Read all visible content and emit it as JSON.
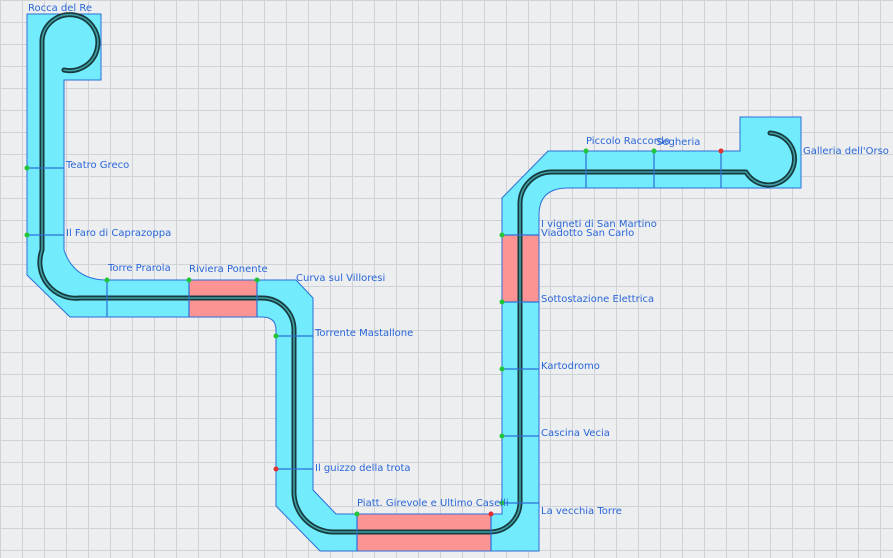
{
  "colors": {
    "module_fill": "#72ecfc",
    "module_stroke": "#2c6fd6",
    "highlight_fill": "#fc9494",
    "track_outer": "#173a3c",
    "track_inner": "#3f9ea6",
    "label": "#2a66d8",
    "joint_green": "#22c43a",
    "joint_red": "#e03030",
    "grid": "#cfd3d7",
    "background": "#eceef0"
  },
  "stations": {
    "rocca_del_re": "Rocca del Re",
    "teatro_greco": "Teatro Greco",
    "faro_caprazoppa": "Il Faro di Caprazoppa",
    "torre_prarola": "Torre Prarola",
    "riviera_ponente": "Riviera Ponente",
    "curva_villoresi": "Curva sul Villoresi",
    "torrente_mastallone": "Torrente Mastallone",
    "guizzo_trota": "Il guizzo della trota",
    "piatt_girevole": "Piatt. Girevole e Ultimo Caselli",
    "vecchia_torre": "La vecchia Torre",
    "cascina_vecia": "Cascina Vecia",
    "kartodromo": "Kartodromo",
    "sottostazione": "Sottostazione Elettrica",
    "viadotto": "Viadotto San Carlo",
    "vigneti": "I vigneti di San Martino",
    "piccolo_raccordo": "Piccolo Raccordo",
    "segheria": "Segheria",
    "galleria_orso": "Galleria dell'Orso"
  }
}
